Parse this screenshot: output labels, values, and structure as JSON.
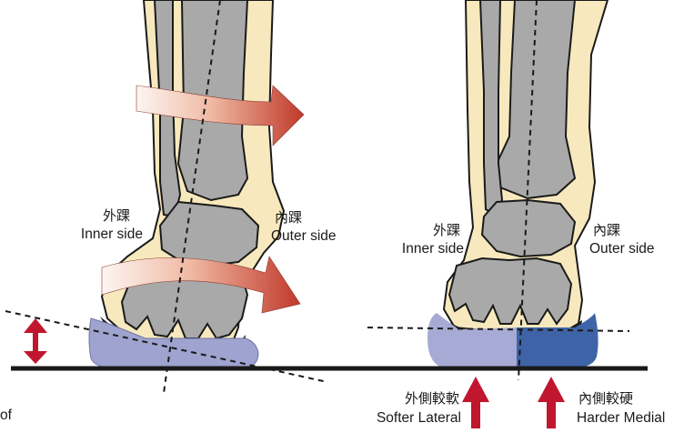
{
  "colors": {
    "bone_gray": "#a9a9a9",
    "soft_tissue": "#f7e9bd",
    "outline": "#1a1a1a",
    "arrow_red": "#c0162e",
    "rotation_arrow_start": "#fbeee8",
    "rotation_arrow_end": "#c8432c",
    "pad_lavender": "#9ea3cf",
    "pad_soft": "#a6aad4",
    "pad_hard": "#3e63a6"
  },
  "left_panel": {
    "inner_label_zh": "外踝",
    "inner_label_en": "Inner side",
    "outer_label_zh": "內踝",
    "outer_label_en": "Outer side",
    "cut_off_text": "of"
  },
  "right_panel": {
    "inner_label_zh": "外踝",
    "inner_label_en": "Inner side",
    "outer_label_zh": "內踝",
    "outer_label_en": "Outer side",
    "soft_zh": "外側較軟",
    "soft_en": "Softer Lateral",
    "hard_zh": "內側較硬",
    "hard_en": "Harder Medial"
  }
}
